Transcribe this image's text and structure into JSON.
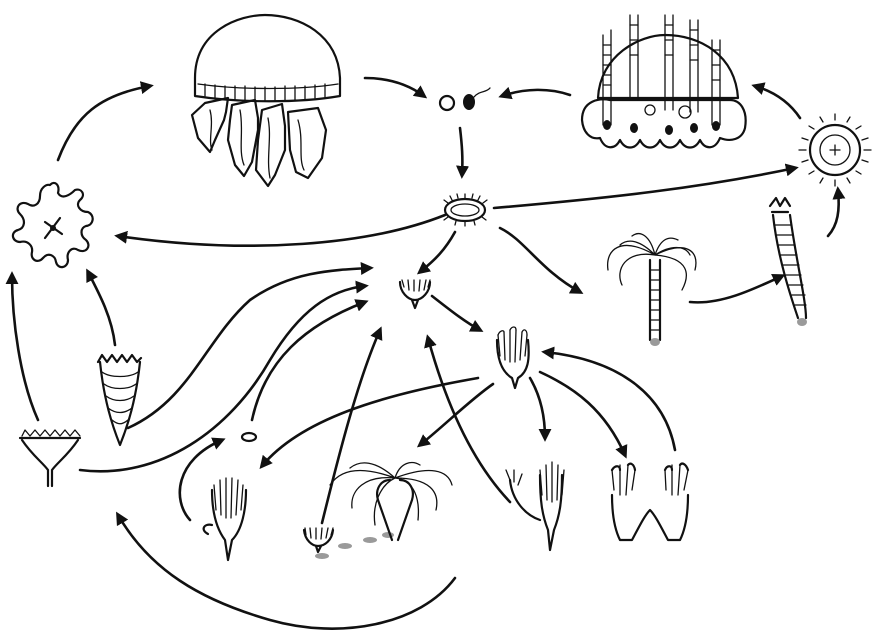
{
  "diagram": {
    "colors": {
      "ink": "#111111",
      "background": "#ffffff",
      "shadow": "#9a9a9a"
    },
    "nodes": [
      "medusa",
      "gametes",
      "swimming-medusa",
      "planula",
      "ephyra",
      "actinula",
      "small-polyp",
      "polyp",
      "budding-polyp",
      "stolon-polyps",
      "strobila",
      "podocyst-polyp",
      "podocyst",
      "cyst-polyp",
      "frustule",
      "tentacled-polyp",
      "strobilating-polyp",
      "juvenile-medusa"
    ]
  }
}
